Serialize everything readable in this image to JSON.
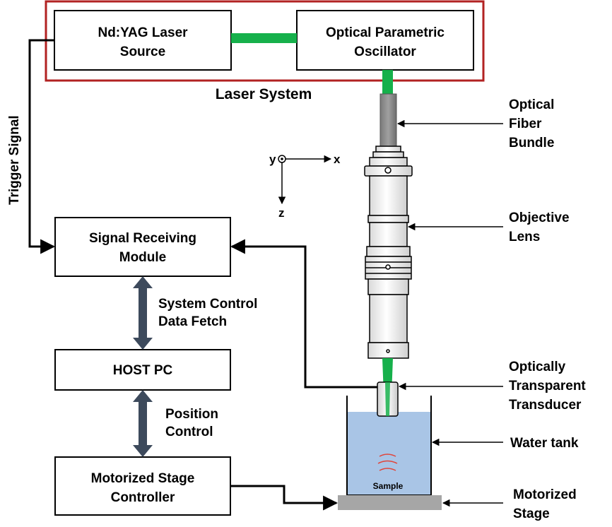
{
  "laser_system": {
    "title": "Laser System",
    "source_line1": "Nd:YAG Laser",
    "source_line2": "Source",
    "opo_line1": "Optical Parametric",
    "opo_line2": "Oscillator"
  },
  "blocks": {
    "signal_line1": "Signal Receiving",
    "signal_line2": "Module",
    "host": "HOST PC",
    "stage_ctrl_line1": "Motorized Stage",
    "stage_ctrl_line2": "Controller"
  },
  "connectors": {
    "trigger": "Trigger Signal",
    "sys_ctrl_line1": "System Control",
    "sys_ctrl_line2": "Data Fetch",
    "pos_line1": "Position",
    "pos_line2": "Control"
  },
  "axes": {
    "y": "y",
    "x": "x",
    "z": "z"
  },
  "callouts": {
    "fiber_line1": "Optical",
    "fiber_line2": "Fiber",
    "fiber_line3": "Bundle",
    "objective_line1": "Objective",
    "objective_line2": "Lens",
    "transducer_line1": "Optically",
    "transducer_line2": "Transparent",
    "transducer_line3": "Transducer",
    "water": "Water tank",
    "stage_line1": "Motorized",
    "stage_line2": "Stage",
    "sample": "Sample"
  },
  "colors": {
    "laser_frame": "#b22222",
    "beam": "#16b04b",
    "double_arrow": "#3d4a5c",
    "water": "#a9c5e6",
    "stage": "#a6a6a6",
    "fiber": "#8c8c8c",
    "acoustic": "#e0453a"
  }
}
